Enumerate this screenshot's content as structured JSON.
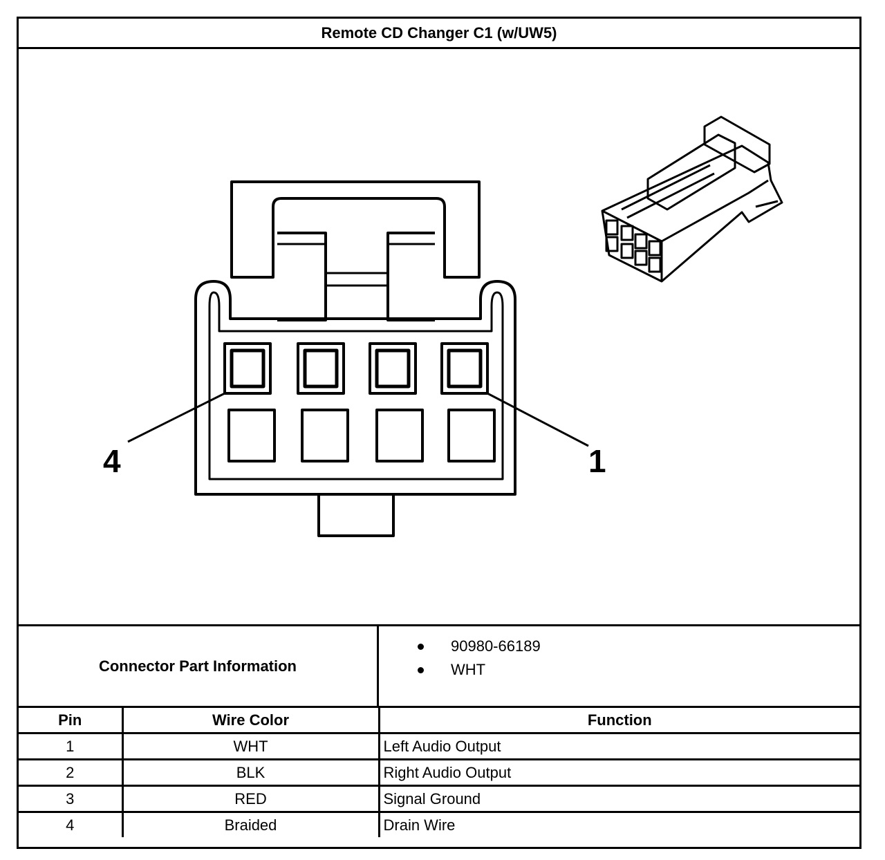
{
  "title": "Remote CD Changer C1 (w/UW5)",
  "diagram": {
    "pin_labels": {
      "left": "4",
      "right": "1"
    }
  },
  "connector_info": {
    "label": "Connector Part Information",
    "items": [
      "90980-66189",
      "WHT"
    ]
  },
  "pin_table": {
    "headers": {
      "pin": "Pin",
      "wire_color": "Wire Color",
      "function": "Function"
    },
    "rows": [
      {
        "pin": "1",
        "wire_color": "WHT",
        "function": "Left Audio Output"
      },
      {
        "pin": "2",
        "wire_color": "BLK",
        "function": "Right Audio Output"
      },
      {
        "pin": "3",
        "wire_color": "RED",
        "function": "Signal Ground"
      },
      {
        "pin": "4",
        "wire_color": "Braided",
        "function": "Drain Wire"
      }
    ]
  }
}
